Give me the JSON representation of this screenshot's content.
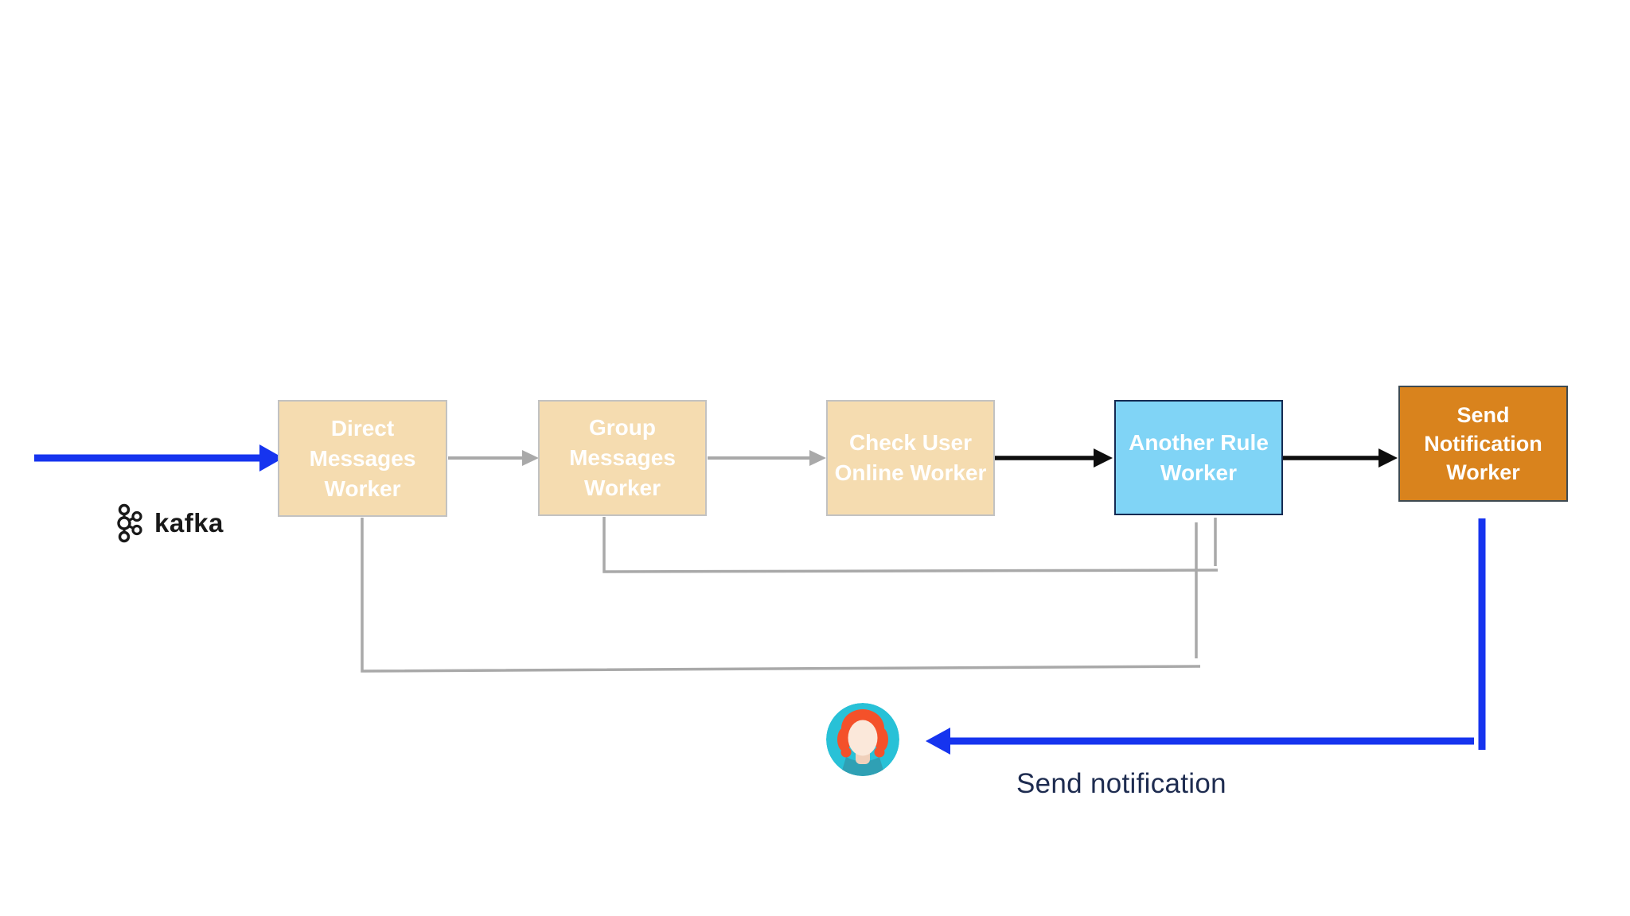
{
  "diagram": {
    "source": {
      "label": "kafka"
    },
    "nodes": [
      {
        "id": "direct-messages-worker",
        "label": "Direct\nMessages\nWorker",
        "fill": "#f5dcb0",
        "state": "inactive"
      },
      {
        "id": "group-messages-worker",
        "label": "Group\nMessages\nWorker",
        "fill": "#f5dcb0",
        "state": "inactive"
      },
      {
        "id": "check-user-online-worker",
        "label": "Check User\nOnline Worker",
        "fill": "#f5dcb0",
        "state": "inactive"
      },
      {
        "id": "another-rule-worker",
        "label": "Another Rule\nWorker",
        "fill": "#80d4f6",
        "state": "active"
      },
      {
        "id": "send-notification-worker",
        "label": "Send\nNotification\nWorker",
        "fill": "#d9831d",
        "state": "active"
      }
    ],
    "annotation": {
      "label": "Send notification"
    },
    "colors": {
      "background": "#ffffff",
      "accent_blue": "#1634ef",
      "inactive_box_fill": "#f5dcb0",
      "inactive_box_border": "#c2c2c2",
      "active_rule_fill": "#80d4f6",
      "active_rule_border": "#152a52",
      "notification_fill": "#d9831d",
      "notification_border": "#3e4a52",
      "connector_gray": "#a9a9a9",
      "connector_black": "#0e0e0e",
      "annotation_text": "#1e2c50",
      "logo_text": "#191919",
      "avatar_bg": "#28c1d7",
      "avatar_hair": "#f4512a",
      "avatar_face": "#fbe8da",
      "avatar_shirt": "#2fa0b4"
    }
  }
}
